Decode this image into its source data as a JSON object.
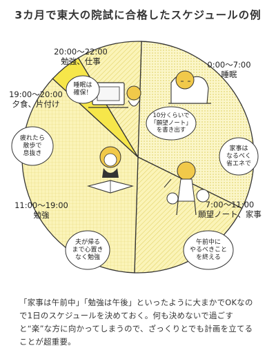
{
  "title": "3カ月で東大の院試に合格したスケジュールの例",
  "chart_data": {
    "type": "pie",
    "unit": "hours",
    "slices": [
      {
        "label": "0:00～7:00",
        "activity": "睡眠",
        "start": 0,
        "end": 7,
        "hours": 7
      },
      {
        "label": "7:00～11:00",
        "activity": "願望ノート、家事",
        "start": 7,
        "end": 11,
        "hours": 4
      },
      {
        "label": "11:00～19:00",
        "activity": "勉強",
        "start": 11,
        "end": 19,
        "hours": 8
      },
      {
        "label": "19:00～20:00",
        "activity": "夕食、片付け",
        "start": 19,
        "end": 20,
        "hours": 1
      },
      {
        "label": "20:00～22:00",
        "activity": "勉強、仕事",
        "start": 20,
        "end": 22,
        "hours": 2
      }
    ]
  },
  "labels": {
    "sleep_time": "0:00～7:00",
    "sleep_activity": "睡眠",
    "morning_time": "7:00～11:00",
    "morning_activity": "願望ノート、家事",
    "study_time": "11:00～19:00",
    "study_activity": "勉強",
    "dinner_time": "19:00～20:00",
    "dinner_activity": "夕食、片付け",
    "evening_time": "20:00～22:00",
    "evening_activity": "勉強、仕事"
  },
  "bubbles": {
    "sleep_secure": "睡眠は\n確保！",
    "wish_note": "10分くらいで\n「願望ノート」\nを書き出す",
    "chores": "家事は\nなるべく\n省エネで",
    "walk": "疲れたら\n散歩で\n息抜き",
    "husband": "夫が帰る\nまで心置き\nなく勉強",
    "morning_done": "午前中に\nやるべきこと\nを終える"
  },
  "note": "「家事は午前中」「勉強は午後」といったように大まかでOKなので1日のスケジュールを決めておく。何も決めないで過ごすと“楽”な方に向かってしまうので、ざっくりとでも計画を立てることが超重要。",
  "colors": {
    "sleep": "#fbf6c9",
    "morning": "#f8f3a6",
    "study": "#fbf4b8",
    "dinner": "#f6e64a",
    "evening": "#fbf4b8",
    "outline": "#333333",
    "hair": "#f1c94a"
  }
}
